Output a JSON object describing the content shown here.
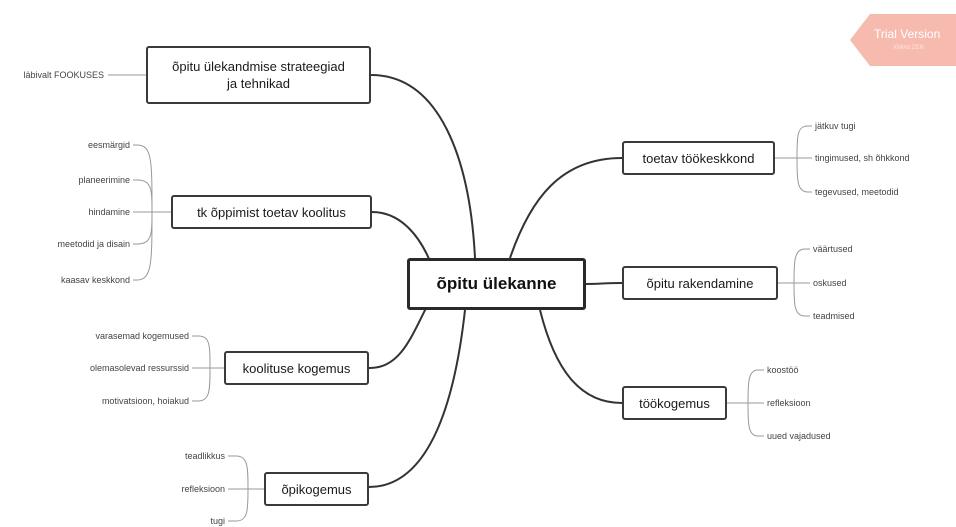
{
  "watermark": {
    "title": "Trial Version",
    "subtitle": "XMind ZEN",
    "color": "#f6b3a6"
  },
  "center": {
    "label": "õpitu ülekanne"
  },
  "branches": {
    "strategies": {
      "line1": "õpitu ülekandmise strateegiad",
      "line2": "ja tehnikad",
      "leaves": [
        "läbivalt FOOKUSES"
      ]
    },
    "training": {
      "label": "tk õppimist toetav koolitus",
      "leaves": [
        "eesmärgid",
        "planeerimine",
        "hindamine",
        "meetodid ja disain",
        "kaasav keskkond"
      ]
    },
    "training_experience": {
      "label": "koolituse kogemus",
      "leaves": [
        "varasemad kogemused",
        "olemasolevad ressurssid",
        "motivatsioon, hoiakud"
      ]
    },
    "learning_experience": {
      "label": "õpikogemus",
      "leaves": [
        "teadlikkus",
        "refleksioon",
        "tugi"
      ]
    },
    "work_environment": {
      "label": "toetav töökeskkond",
      "leaves": [
        "jätkuv tugi",
        "tingimused, sh õhkkond",
        "tegevused, meetodid"
      ]
    },
    "application": {
      "label": "õpitu rakendamine",
      "leaves": [
        "väärtused",
        "oskused",
        "teadmised"
      ]
    },
    "work_experience": {
      "label": "töökogemus",
      "leaves": [
        "koostöö",
        "refleksioon",
        "uued vajadused"
      ]
    }
  }
}
